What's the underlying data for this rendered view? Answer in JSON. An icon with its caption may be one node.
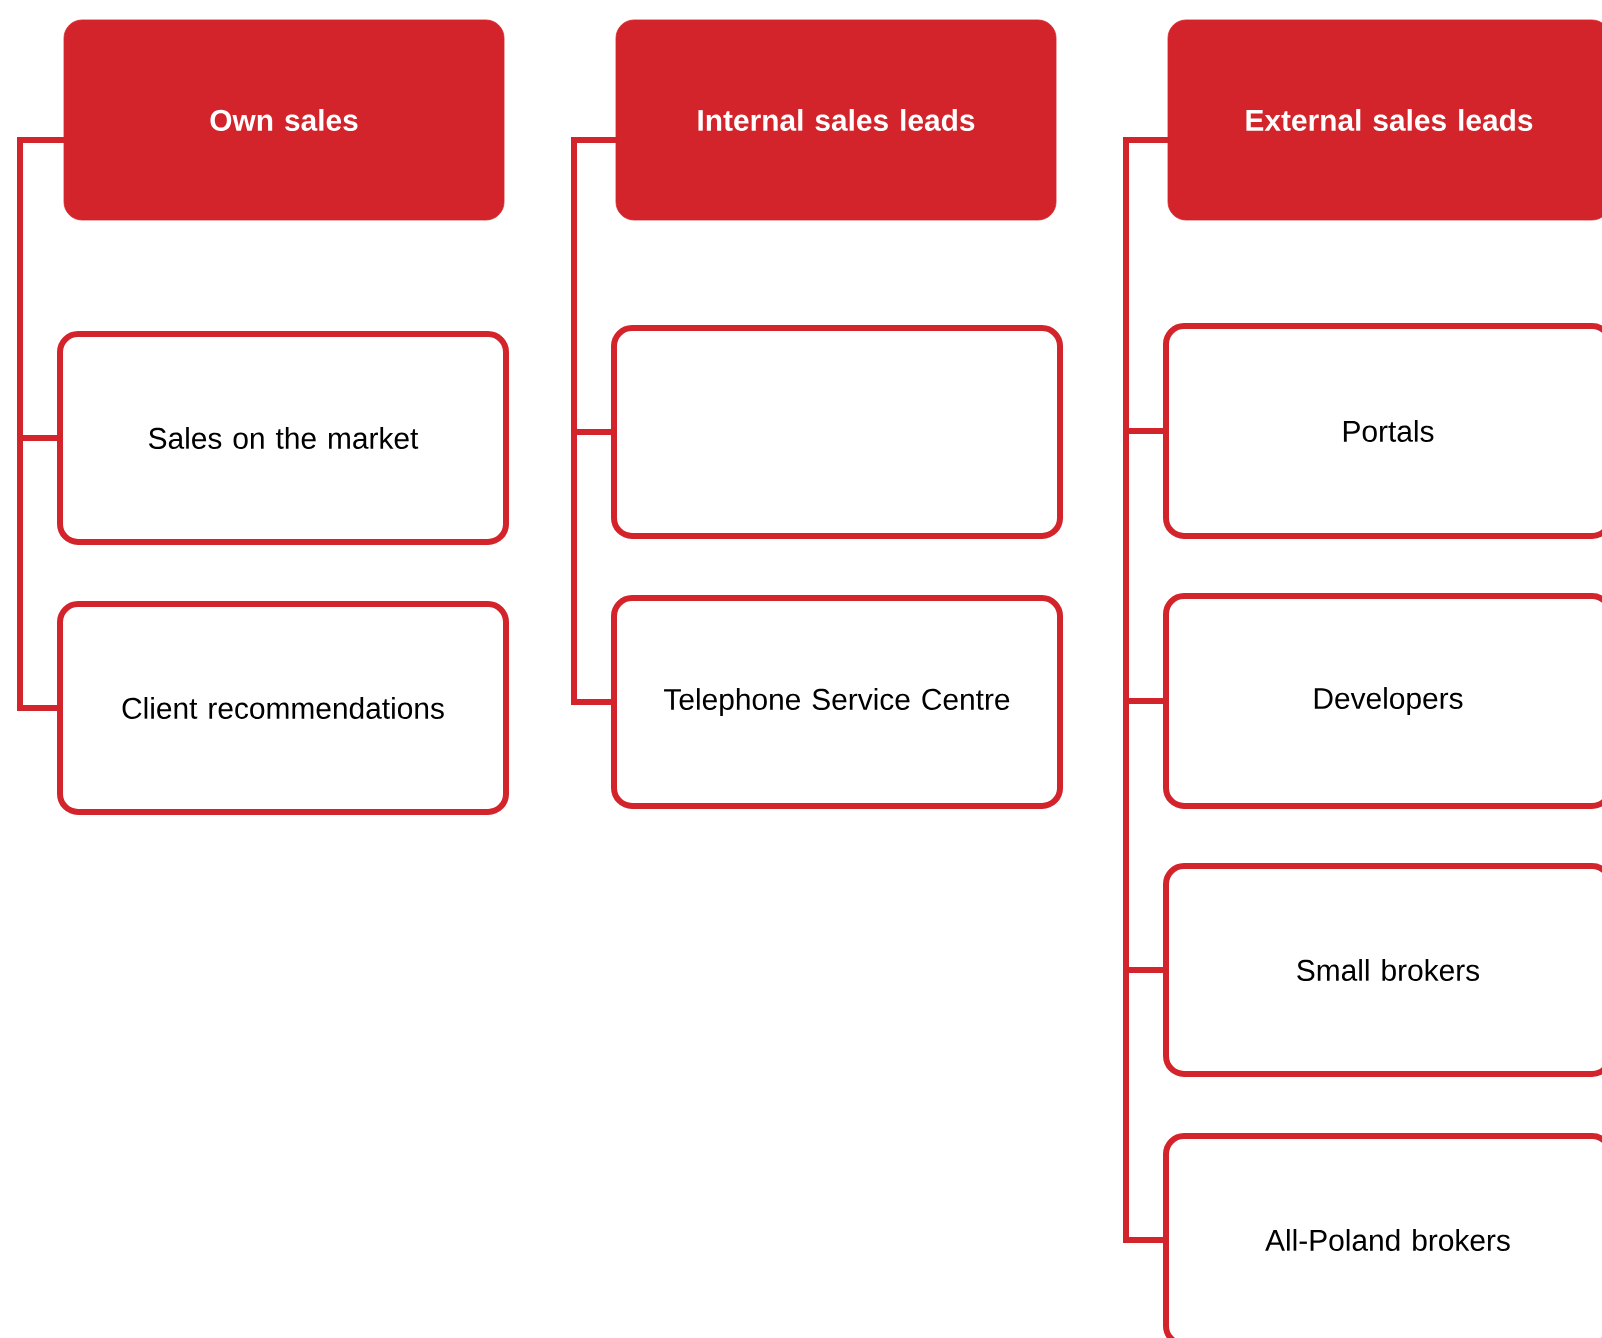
{
  "diagram": {
    "nodes": [
      {
        "text": [
          "Own sales"
        ]
      },
      {
        "text": [
          "Sales on the market"
        ]
      },
      {
        "text": [
          "Client recommendations"
        ]
      },
      {
        "text": [
          "Internal sales leads"
        ]
      },
      {
        "text": [],
        "shape": "box"
      },
      {
        "text": [
          "Telephone Service Centre"
        ]
      },
      {
        "text": [
          "External sales leads"
        ]
      },
      {
        "text": [
          "Portals"
        ]
      },
      {
        "text": [
          "Developers"
        ]
      },
      {
        "text": [
          "Small brokers"
        ]
      },
      {
        "text": [
          "All-Poland brokers"
        ]
      }
    ],
    "edges": [
      {
        "from": 0,
        "to": 1,
        "arrow": "none"
      },
      {
        "from": 0,
        "to": 2,
        "arrow": "none"
      },
      {
        "from": 3,
        "to": 4,
        "arrow": "none"
      },
      {
        "from": 3,
        "to": 5,
        "arrow": "none"
      },
      {
        "from": 6,
        "to": 7,
        "arrow": "none"
      },
      {
        "from": 6,
        "to": 8,
        "arrow": "none"
      },
      {
        "from": 6,
        "to": 9,
        "arrow": "none"
      },
      {
        "from": 6,
        "to": 10,
        "arrow": "none"
      }
    ]
  }
}
